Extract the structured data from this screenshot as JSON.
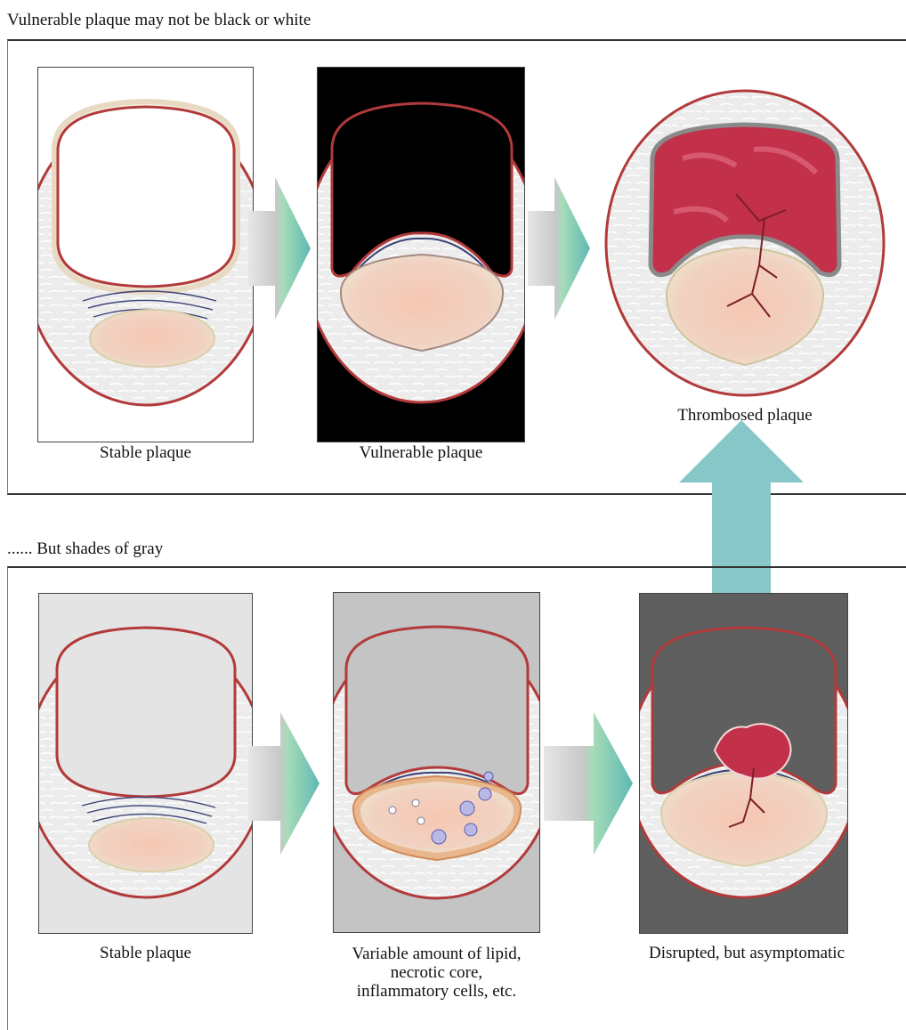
{
  "top_section": {
    "heading": "Vulnerable plaque may not be black or white",
    "captions": {
      "stable": "Stable plaque",
      "vulnerable": "Vulnerable plaque",
      "thrombosed": "Thrombosed plaque"
    }
  },
  "bottom_section": {
    "heading": "...... But shades of gray",
    "captions": {
      "stable": "Stable plaque",
      "variable": [
        "Variable amount of lipid,",
        "necrotic core,",
        "inflammatory cells, etc."
      ],
      "disrupted": "Disrupted, but asymptomatic"
    }
  },
  "colors": {
    "vessel_wall": "#ececec",
    "vessel_outline": "#b23a3a",
    "lipid_core": "#f4c8b4",
    "fibrous_cap": "#e4e6cc",
    "thrombus": "#c2304a",
    "arrow_gray": "#d0d0d0",
    "arrow_green": "#8fd0a8",
    "arrow_teal": "#88c7c7",
    "frame_white": "#ffffff",
    "frame_black": "#000000",
    "frame_light_gray": "#e4e4e4",
    "frame_mid_gray": "#c4c4c4",
    "frame_dark_gray": "#5f5f5f"
  }
}
